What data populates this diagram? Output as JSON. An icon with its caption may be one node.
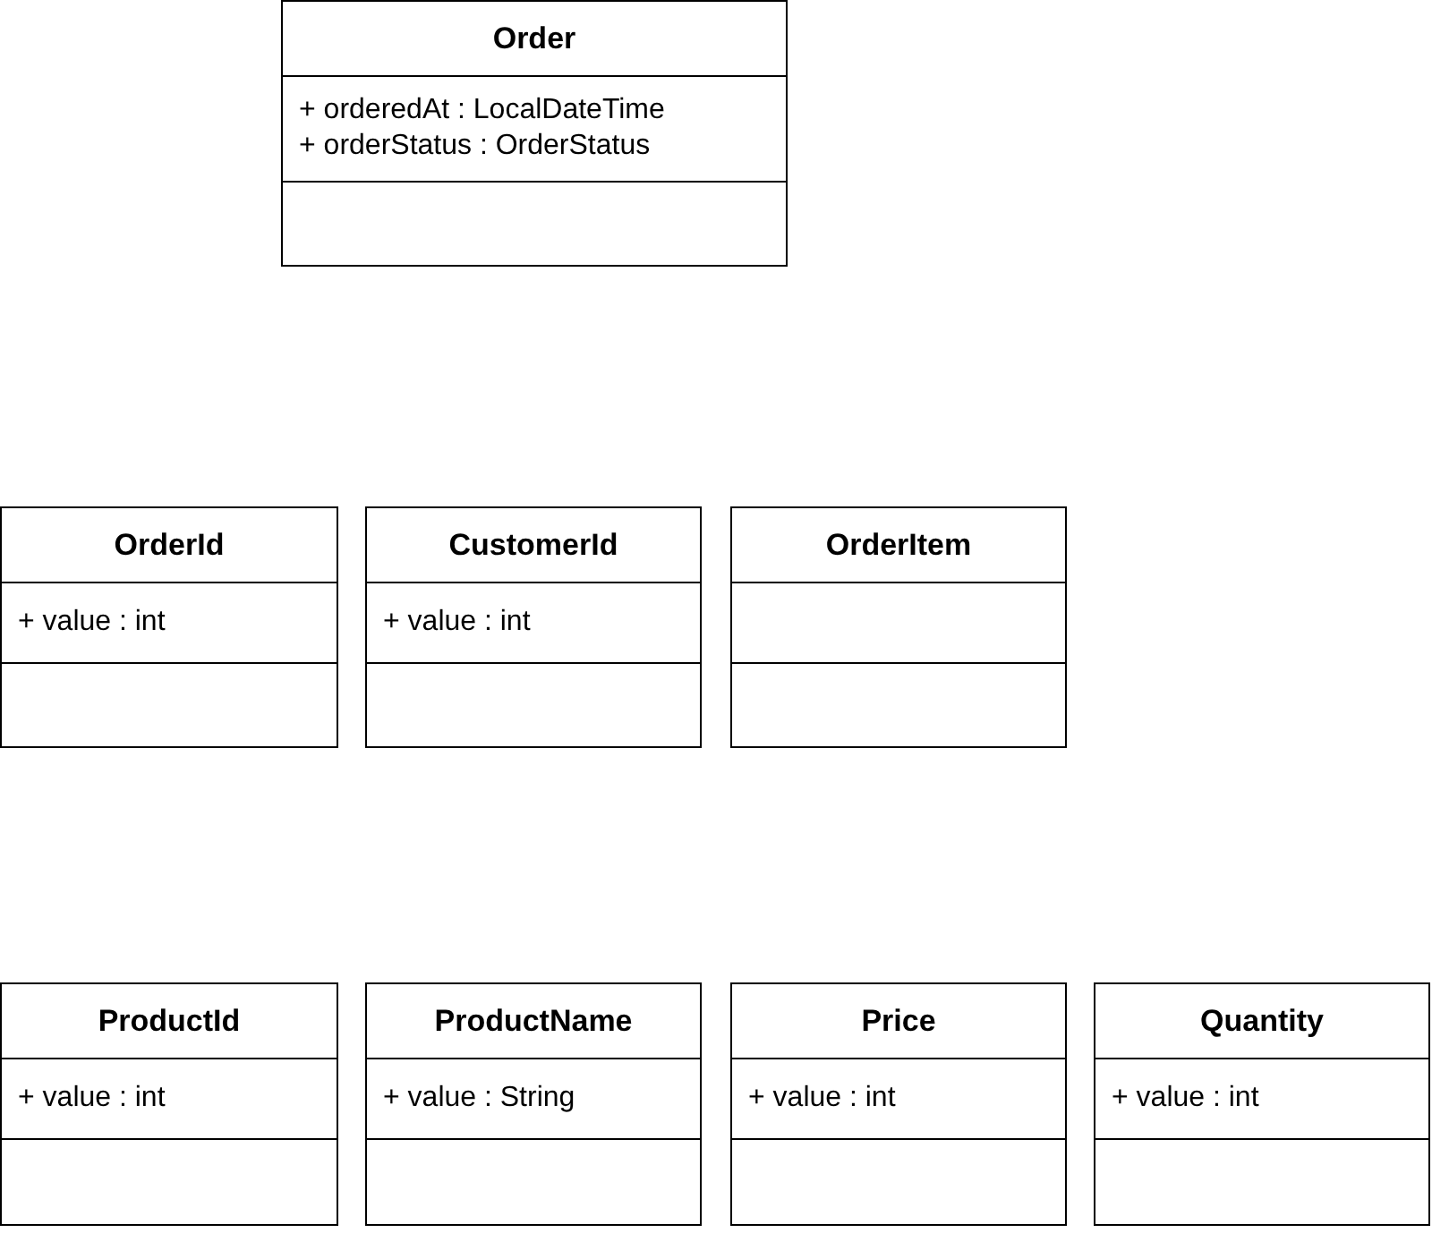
{
  "diagram": {
    "nodes": [
      {
        "text": [
          "Order",
          "+ orderedAt : LocalDateTime",
          "+ orderStatus : OrderStatus"
        ]
      },
      {
        "text": [
          "OrderId",
          "+ value : int"
        ]
      },
      {
        "text": [
          "CustomerId",
          "+ value : int"
        ]
      },
      {
        "text": [
          "OrderItem"
        ]
      },
      {
        "text": [
          "ProductId",
          "+ value : int"
        ]
      },
      {
        "text": [
          "ProductName",
          "+ value : String"
        ]
      },
      {
        "text": [
          "Price",
          "+ value : int"
        ]
      },
      {
        "text": [
          "Quantity",
          "+ value : int"
        ]
      }
    ],
    "edges": []
  }
}
